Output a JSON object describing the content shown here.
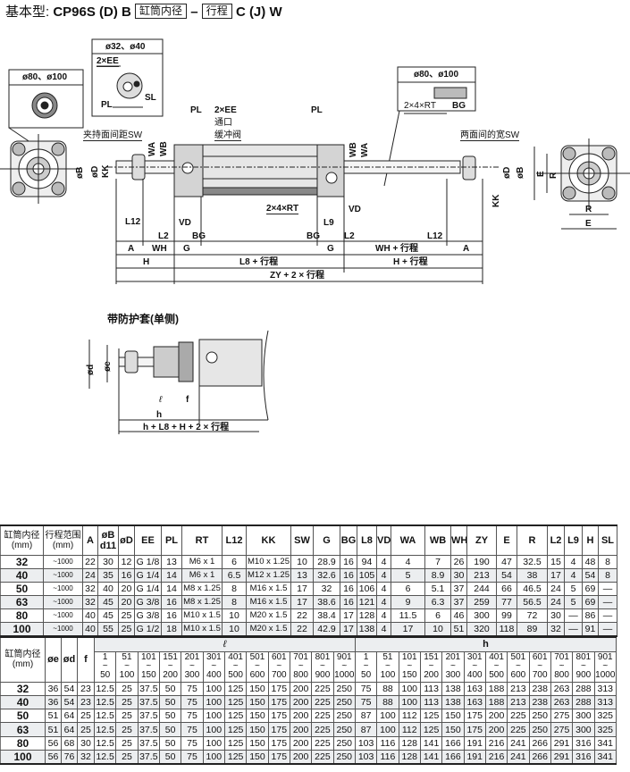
{
  "title": {
    "prefix": "基本型:",
    "model_a": "CP96S (D) B",
    "box1": "缸筒内径",
    "dash": "–",
    "box2": "行程",
    "model_b": "C (J) W"
  },
  "drawing": {
    "labels": [
      "ø32、ø40",
      "2×EE",
      "PL",
      "SL",
      "ø80、ø100",
      "PL",
      "2×EE",
      "通口",
      "缓冲阀",
      "夹持面间距SW",
      "WA",
      "WB",
      "øB",
      "øD",
      "KK",
      "L12",
      "VD",
      "L2",
      "BG",
      "A",
      "WH",
      "G",
      "H",
      "L8 + 行程",
      "ZY + 2 × 行程",
      "2×4×RT",
      "PL",
      "WB",
      "WA",
      "ø80、ø100",
      "2×4×RT",
      "BG",
      "两面间的宽SW",
      "VD",
      "L9",
      "BG",
      "L2",
      "G",
      "WH + 行程",
      "L12",
      "A",
      "H + 行程",
      "øD",
      "øB",
      "KK",
      "E",
      "R",
      "R",
      "E",
      "带防护套(单侧)",
      "ød",
      "øe",
      "ℓ",
      "f",
      "h",
      "h + L8 + H + 2 × 行程"
    ]
  },
  "table1": {
    "headers": [
      "缸筒内径\n(mm)",
      "行程范围\n(mm)",
      "A",
      "øB\nd11",
      "øD",
      "EE",
      "PL",
      "RT",
      "L12",
      "KK",
      "SW",
      "G",
      "BG",
      "L8",
      "VD",
      "WA",
      "WB",
      "WH",
      "ZY",
      "E",
      "R",
      "L2",
      "L9",
      "H",
      "SL"
    ],
    "rows": [
      [
        "32",
        "~1000",
        "22",
        "30",
        "12",
        "G 1/8",
        "13",
        "M6 x 1",
        "6",
        "M10 x 1.25",
        "10",
        "28.9",
        "16",
        "94",
        "4",
        "4",
        "7",
        "26",
        "190",
        "47",
        "32.5",
        "15",
        "4",
        "48",
        "8"
      ],
      [
        "40",
        "~1000",
        "24",
        "35",
        "16",
        "G 1/4",
        "14",
        "M6 x 1",
        "6.5",
        "M12 x 1.25",
        "13",
        "32.6",
        "16",
        "105",
        "4",
        "5",
        "8.9",
        "30",
        "213",
        "54",
        "38",
        "17",
        "4",
        "54",
        "8"
      ],
      [
        "50",
        "~1000",
        "32",
        "40",
        "20",
        "G 1/4",
        "14",
        "M8 x 1.25",
        "8",
        "M16 x 1.5",
        "17",
        "32",
        "16",
        "106",
        "4",
        "6",
        "5.1",
        "37",
        "244",
        "66",
        "46.5",
        "24",
        "5",
        "69",
        "—"
      ],
      [
        "63",
        "~1000",
        "32",
        "45",
        "20",
        "G 3/8",
        "16",
        "M8 x 1.25",
        "8",
        "M16 x 1.5",
        "17",
        "38.6",
        "16",
        "121",
        "4",
        "9",
        "6.3",
        "37",
        "259",
        "77",
        "56.5",
        "24",
        "5",
        "69",
        "—"
      ],
      [
        "80",
        "~1000",
        "40",
        "45",
        "25",
        "G 3/8",
        "16",
        "M10 x 1.5",
        "10",
        "M20 x 1.5",
        "22",
        "38.4",
        "17",
        "128",
        "4",
        "11.5",
        "6",
        "46",
        "300",
        "99",
        "72",
        "30",
        "—",
        "86",
        "—"
      ],
      [
        "100",
        "~1000",
        "40",
        "55",
        "25",
        "G 1/2",
        "18",
        "M10 x 1.5",
        "10",
        "M20 x 1.5",
        "22",
        "42.9",
        "17",
        "138",
        "4",
        "17",
        "10",
        "51",
        "320",
        "118",
        "89",
        "32",
        "—",
        "91",
        "—"
      ]
    ]
  },
  "table2": {
    "headers": [
      "缸筒内径\n(mm)",
      "øe",
      "ød",
      "f"
    ],
    "group_l": "ℓ",
    "group_h": "h",
    "ranges": [
      "1\n~\n50",
      "51\n~\n100",
      "101\n~\n150",
      "151\n~\n200",
      "201\n~\n300",
      "301\n~\n400",
      "401\n~\n500",
      "501\n~\n600",
      "601\n~\n700",
      "701\n~\n800",
      "801\n~\n900",
      "901\n~\n1000"
    ],
    "rows": [
      [
        "32",
        "36",
        "54",
        "23",
        "12.5",
        "25",
        "37.5",
        "50",
        "75",
        "100",
        "125",
        "150",
        "175",
        "200",
        "225",
        "250",
        "75",
        "88",
        "100",
        "113",
        "138",
        "163",
        "188",
        "213",
        "238",
        "263",
        "288",
        "313"
      ],
      [
        "40",
        "36",
        "54",
        "23",
        "12.5",
        "25",
        "37.5",
        "50",
        "75",
        "100",
        "125",
        "150",
        "175",
        "200",
        "225",
        "250",
        "75",
        "88",
        "100",
        "113",
        "138",
        "163",
        "188",
        "213",
        "238",
        "263",
        "288",
        "313"
      ],
      [
        "50",
        "51",
        "64",
        "25",
        "12.5",
        "25",
        "37.5",
        "50",
        "75",
        "100",
        "125",
        "150",
        "175",
        "200",
        "225",
        "250",
        "87",
        "100",
        "112",
        "125",
        "150",
        "175",
        "200",
        "225",
        "250",
        "275",
        "300",
        "325"
      ],
      [
        "63",
        "51",
        "64",
        "25",
        "12.5",
        "25",
        "37.5",
        "50",
        "75",
        "100",
        "125",
        "150",
        "175",
        "200",
        "225",
        "250",
        "87",
        "100",
        "112",
        "125",
        "150",
        "175",
        "200",
        "225",
        "250",
        "275",
        "300",
        "325"
      ],
      [
        "80",
        "56",
        "68",
        "30",
        "12.5",
        "25",
        "37.5",
        "50",
        "75",
        "100",
        "125",
        "150",
        "175",
        "200",
        "225",
        "250",
        "103",
        "116",
        "128",
        "141",
        "166",
        "191",
        "216",
        "241",
        "266",
        "291",
        "316",
        "341"
      ],
      [
        "100",
        "56",
        "76",
        "32",
        "12.5",
        "25",
        "37.5",
        "50",
        "75",
        "100",
        "125",
        "150",
        "175",
        "200",
        "225",
        "250",
        "103",
        "116",
        "128",
        "141",
        "166",
        "191",
        "216",
        "241",
        "266",
        "291",
        "316",
        "341"
      ]
    ]
  }
}
